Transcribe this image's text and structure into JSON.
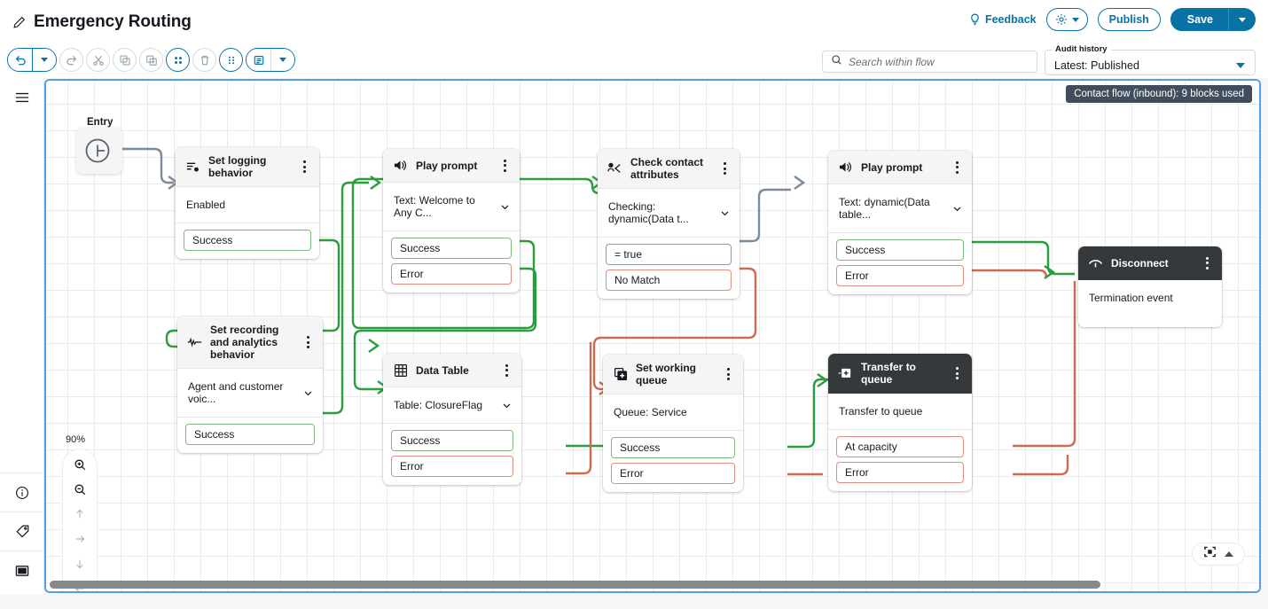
{
  "header": {
    "edit_icon": "pencil-icon",
    "title": "Emergency Routing",
    "feedback_label": "Feedback",
    "feedback_icon": "lightbulb-icon",
    "settings_icon": "gear-icon",
    "publish_label": "Publish",
    "save_label": "Save",
    "accent_color": "#0972a5"
  },
  "toolbar": {
    "buttons": [
      {
        "name": "undo-button",
        "icon": "undo-arrow-icon",
        "active": true
      },
      {
        "name": "undo-dropdown-button",
        "icon": "chevron-down-icon",
        "active": true
      },
      {
        "name": "redo-button",
        "icon": "redo-arrow-icon",
        "active": false
      },
      {
        "name": "cut-button",
        "icon": "scissors-icon",
        "active": false
      },
      {
        "name": "copy-button",
        "icon": "copy-icon",
        "active": false
      },
      {
        "name": "paste-button",
        "icon": "paste-icon",
        "active": false
      },
      {
        "name": "group-button",
        "icon": "grid-dots-icon",
        "active": true
      },
      {
        "name": "delete-button",
        "icon": "trash-icon",
        "active": false
      },
      {
        "name": "drag-handle-button",
        "icon": "drag-dots-icon",
        "active": true
      },
      {
        "name": "notes-button",
        "icon": "note-icon",
        "active": true
      },
      {
        "name": "notes-dropdown-button",
        "icon": "chevron-down-icon",
        "active": true
      }
    ]
  },
  "search": {
    "icon": "search-icon",
    "placeholder": "Search within flow",
    "value": ""
  },
  "audit_history": {
    "label": "Audit history",
    "value": "Latest: Published"
  },
  "rail": {
    "items": [
      {
        "name": "menu-toggle",
        "icon": "hamburger-icon"
      },
      {
        "name": "info-panel-button",
        "icon": "info-circle-icon"
      },
      {
        "name": "tags-panel-button",
        "icon": "tag-icon"
      },
      {
        "name": "layout-panel-button",
        "icon": "panel-icon"
      }
    ]
  },
  "canvas": {
    "blocks_badge": "Contact flow (inbound): 9 blocks used",
    "zoom_level": "90%",
    "zoom_in_icon": "zoom-in-icon",
    "zoom_out_icon": "zoom-out-icon",
    "pan_icons": [
      "arrow-up-icon",
      "arrow-right-icon",
      "arrow-down-icon",
      "arrow-left-icon"
    ],
    "fit_icon": "fit-to-screen-icon",
    "collapse_icon": "chevron-up-icon",
    "entry_label": "Entry",
    "colors": {
      "success_edge": "#2a9d3f",
      "error_edge": "#cf6a52",
      "neutral_edge": "#7a8a9a",
      "selected_header": "#35393c"
    }
  },
  "nodes": [
    {
      "id": "set-logging-behavior",
      "title": "Set logging behavior",
      "icon": "logging-icon",
      "selected": false,
      "body": "Enabled",
      "has_chevron": false,
      "ports": [
        {
          "label": "Success",
          "type": "ok"
        }
      ]
    },
    {
      "id": "play-prompt-welcome",
      "title": "Play prompt",
      "icon": "speaker-icon",
      "selected": false,
      "body": "Text: Welcome to Any C...",
      "has_chevron": true,
      "ports": [
        {
          "label": "Success",
          "type": "ok"
        },
        {
          "label": "Error",
          "type": "err"
        }
      ]
    },
    {
      "id": "check-contact-attributes",
      "title": "Check contact attributes",
      "icon": "check-attributes-icon",
      "selected": false,
      "body": "Checking: dynamic(Data t...",
      "has_chevron": true,
      "ports": [
        {
          "label": "= true",
          "type": "cond"
        },
        {
          "label": "No Match",
          "type": "err"
        }
      ]
    },
    {
      "id": "play-prompt-dynamic",
      "title": "Play prompt",
      "icon": "speaker-icon",
      "selected": false,
      "body": "Text: dynamic(Data table...",
      "has_chevron": true,
      "ports": [
        {
          "label": "Success",
          "type": "ok"
        },
        {
          "label": "Error",
          "type": "err"
        }
      ]
    },
    {
      "id": "disconnect",
      "title": "Disconnect",
      "icon": "disconnect-icon",
      "selected": true,
      "body": "Termination event",
      "has_chevron": false,
      "ports": []
    },
    {
      "id": "set-recording-analytics",
      "title": "Set recording and analytics behavior",
      "icon": "waveform-icon",
      "selected": false,
      "body": "Agent and customer voic...",
      "has_chevron": true,
      "ports": [
        {
          "label": "Success",
          "type": "ok"
        }
      ]
    },
    {
      "id": "data-table",
      "title": "Data Table",
      "icon": "table-icon",
      "selected": false,
      "body": "Table: ClosureFlag",
      "has_chevron": true,
      "ports": [
        {
          "label": "Success",
          "type": "ok"
        },
        {
          "label": "Error",
          "type": "err"
        }
      ]
    },
    {
      "id": "set-working-queue",
      "title": "Set working queue",
      "icon": "queue-stack-icon",
      "selected": false,
      "body": "Queue: Service",
      "has_chevron": false,
      "ports": [
        {
          "label": "Success",
          "type": "ok"
        },
        {
          "label": "Error",
          "type": "err"
        }
      ]
    },
    {
      "id": "transfer-to-queue",
      "title": "Transfer to queue",
      "icon": "transfer-queue-icon",
      "selected": true,
      "body": "Transfer to queue",
      "has_chevron": false,
      "ports": [
        {
          "label": "At capacity",
          "type": "err"
        },
        {
          "label": "Error",
          "type": "err"
        }
      ]
    }
  ]
}
